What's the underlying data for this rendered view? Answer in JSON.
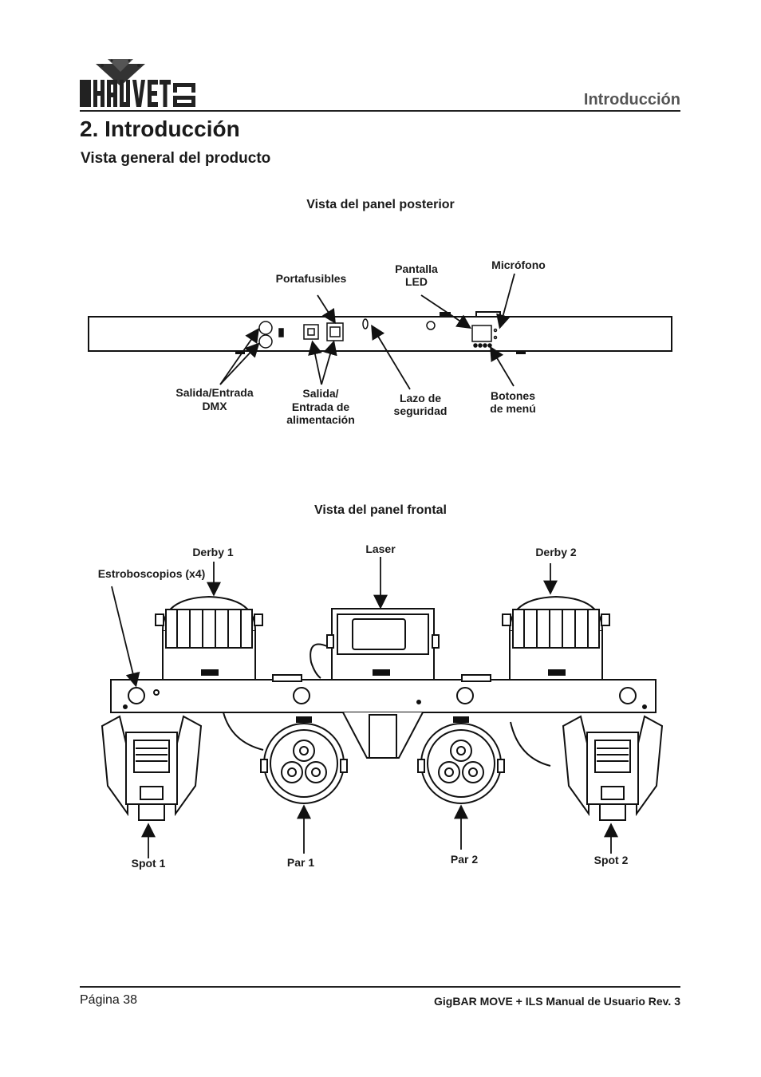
{
  "header": {
    "brand": "CHAUVET DJ",
    "section": "Introducción"
  },
  "title": "2. Introducción",
  "subtitle": "Vista general del producto",
  "rear": {
    "caption": "Vista del panel posterior",
    "labels": {
      "fuse": "Portafusibles",
      "display_1": "Pantalla",
      "display_2": "LED",
      "mic": "Micrófono",
      "dmx_1": "Salida/Entrada",
      "dmx_2": "DMX",
      "power_1": "Salida/",
      "power_2": "Entrada de",
      "power_3": "alimentación",
      "safety_1": "Lazo de",
      "safety_2": "seguridad",
      "menu_1": "Botones",
      "menu_2": "de menú"
    }
  },
  "front": {
    "caption": "Vista del panel frontal",
    "labels": {
      "derby1": "Derby 1",
      "laser": "Laser",
      "derby2": "Derby 2",
      "strobes": "Estroboscopios (x4)",
      "spot1": "Spot 1",
      "par1": "Par 1",
      "par2": "Par 2",
      "spot2": "Spot 2"
    }
  },
  "footer": {
    "page": "Página 38",
    "manual": "GigBAR MOVE + ILS Manual de Usuario Rev. 3"
  }
}
